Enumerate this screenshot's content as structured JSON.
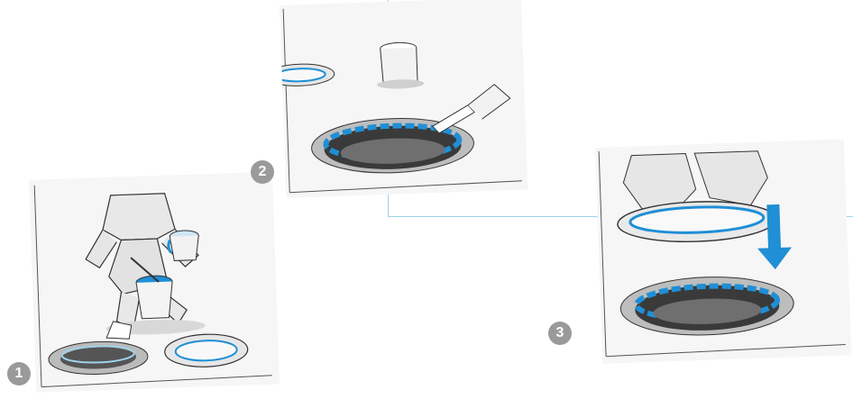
{
  "steps": [
    {
      "number": "1"
    },
    {
      "number": "2"
    },
    {
      "number": "3"
    }
  ],
  "colors": {
    "accent_blue": "#1f8fd6",
    "connector": "#9ed3ea",
    "badge": "#9a9a9a",
    "ink": "#2a2a2a",
    "shadow": "#6f6f6f"
  }
}
